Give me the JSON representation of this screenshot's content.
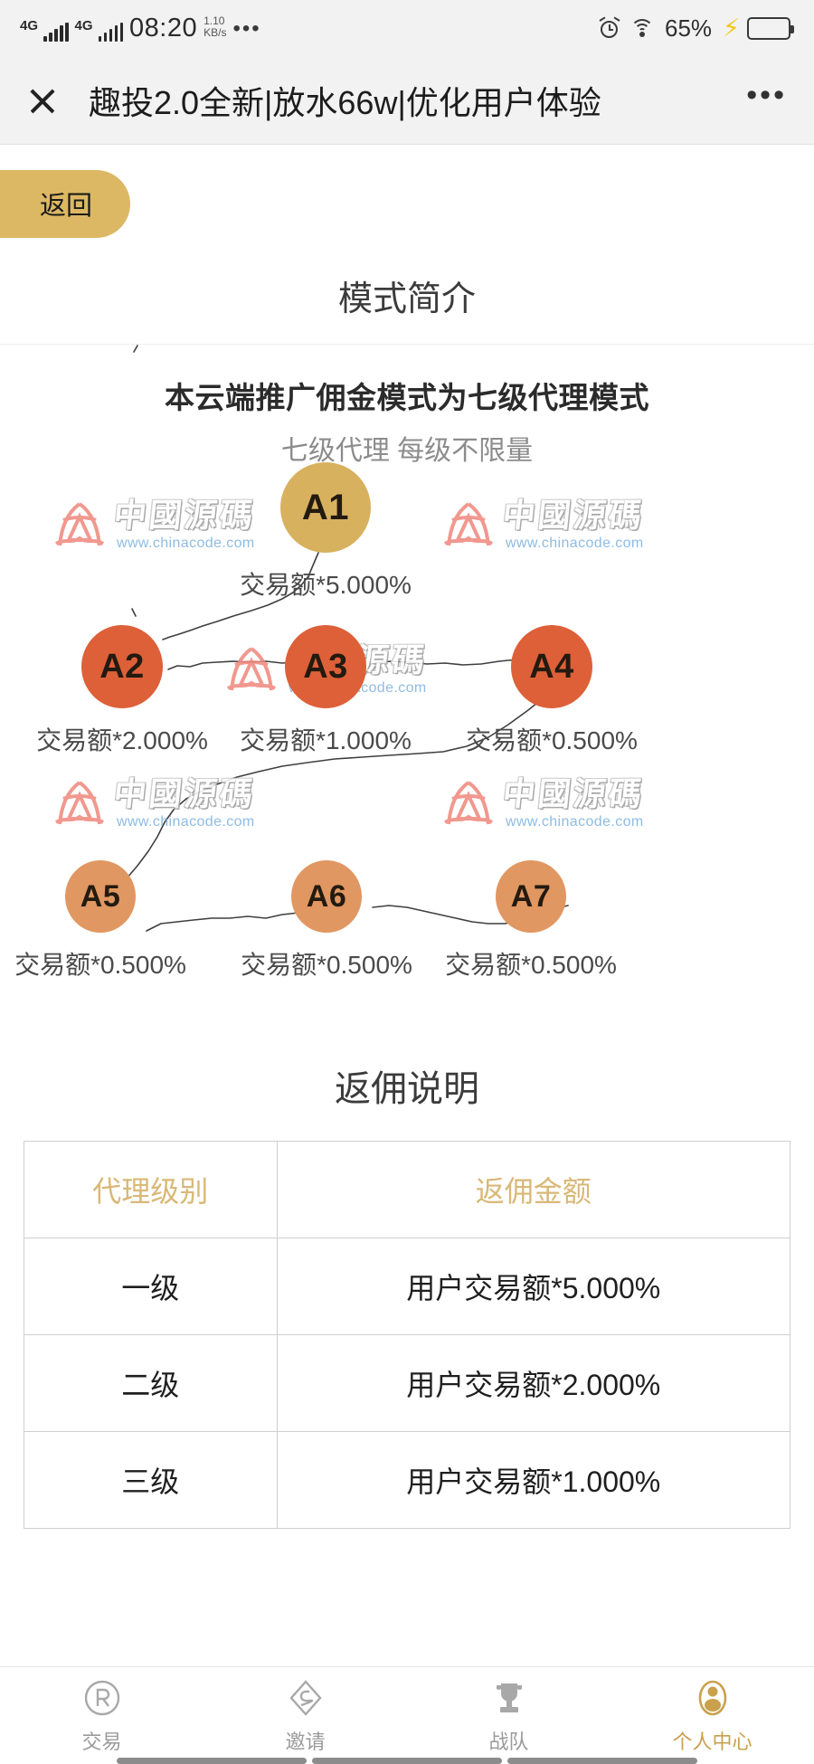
{
  "status_bar": {
    "network_1": "4G",
    "network_2": "4G",
    "time": "08:20",
    "speed_value": "1.10",
    "speed_unit": "KB/s",
    "overflow": "•••",
    "alarm_icon": "alarm-clock-icon",
    "wifi_icon": "wifi-icon",
    "battery_percent": "65%",
    "charging_icon": "lightning-bolt-icon",
    "battery_icon": "battery-icon",
    "battery_fill_pct": 65,
    "battery_color": "#1fd227"
  },
  "title_bar": {
    "close_icon": "close-icon",
    "title": "趣投2.0全新|放水66w|优化用户体验",
    "more_icon": "more-options-icon",
    "more_glyph": "•••"
  },
  "back_button": {
    "label": "返回",
    "color": "#ddb864"
  },
  "sections": {
    "mode_intro_heading": "模式简介",
    "rebate_heading": "返佣说明"
  },
  "diagram": {
    "title": "本云端推广佣金模式为七级代理模式",
    "subtitle": "七级代理 每级不限量",
    "colors": {
      "level1": "#d8b15f",
      "level2": "#dd6039",
      "level3": "#e09761"
    },
    "nodes": [
      {
        "id": "A1",
        "label": "交易额*5.000%",
        "rate": 5.0,
        "tier": 1,
        "color": "#d8b15f"
      },
      {
        "id": "A2",
        "label": "交易额*2.000%",
        "rate": 2.0,
        "tier": 2,
        "color": "#dd6039"
      },
      {
        "id": "A3",
        "label": "交易额*1.000%",
        "rate": 1.0,
        "tier": 2,
        "color": "#dd6039"
      },
      {
        "id": "A4",
        "label": "交易额*0.500%",
        "rate": 0.5,
        "tier": 2,
        "color": "#dd6039"
      },
      {
        "id": "A5",
        "label": "交易额*0.500%",
        "rate": 0.5,
        "tier": 3,
        "color": "#e09761"
      },
      {
        "id": "A6",
        "label": "交易额*0.500%",
        "rate": 0.5,
        "tier": 3,
        "color": "#e09761"
      },
      {
        "id": "A7",
        "label": "交易额*0.500%",
        "rate": 0.5,
        "tier": 3,
        "color": "#e09761"
      }
    ]
  },
  "watermark": {
    "text_cn": "中國源碼",
    "url": "www.chinacode.com",
    "mark_icon": "chinacode-logo-icon"
  },
  "rebate_table": {
    "headers": [
      "代理级别",
      "返佣金额"
    ],
    "rows": [
      [
        "一级",
        "用户交易额*5.000%"
      ],
      [
        "二级",
        "用户交易额*2.000%"
      ],
      [
        "三级",
        "用户交易额*1.000%"
      ]
    ]
  },
  "bottom_nav": {
    "active_color": "#c9a14c",
    "items": [
      {
        "label": "交易",
        "icon": "registered-r-icon",
        "active": false
      },
      {
        "label": "邀请",
        "icon": "diamond-invite-icon",
        "active": false
      },
      {
        "label": "战队",
        "icon": "trophy-icon",
        "active": false
      },
      {
        "label": "个人中心",
        "icon": "user-profile-icon",
        "active": true
      }
    ]
  }
}
